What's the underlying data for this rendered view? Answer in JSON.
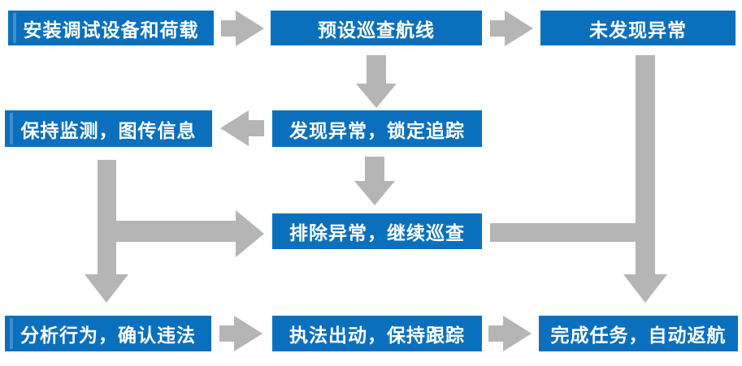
{
  "colors": {
    "node_blue": "#0a70bd",
    "arrow_gray": "#b5b5b5",
    "node_text": "#ffffff",
    "background": "#ffffff"
  },
  "flowchart": {
    "nodes": [
      {
        "id": "install-debug",
        "label": "安装调试设备和荷载"
      },
      {
        "id": "preset-route",
        "label": "预设巡查航线"
      },
      {
        "id": "no-anomaly",
        "label": "未发现异常"
      },
      {
        "id": "keep-monitoring",
        "label": "保持监测，图传信息"
      },
      {
        "id": "anomaly-found",
        "label": "发现异常，锁定追踪"
      },
      {
        "id": "anomaly-cleared",
        "label": "排除异常，继续巡查"
      },
      {
        "id": "analyze-behavior",
        "label": "分析行为，确认违法"
      },
      {
        "id": "enforcement",
        "label": "执法出动，保持跟踪"
      },
      {
        "id": "mission-complete",
        "label": "完成任务，自动返航"
      }
    ],
    "edges": [
      {
        "from": "install-debug",
        "to": "preset-route",
        "direction": "right"
      },
      {
        "from": "preset-route",
        "to": "no-anomaly",
        "direction": "right"
      },
      {
        "from": "preset-route",
        "to": "anomaly-found",
        "direction": "down"
      },
      {
        "from": "anomaly-found",
        "to": "keep-monitoring",
        "direction": "left"
      },
      {
        "from": "anomaly-found",
        "to": "anomaly-cleared",
        "direction": "down"
      },
      {
        "from": "keep-monitoring",
        "to": "anomaly-cleared",
        "direction": "down-right"
      },
      {
        "from": "keep-monitoring",
        "to": "analyze-behavior",
        "direction": "down"
      },
      {
        "from": "no-anomaly",
        "to": "mission-complete",
        "direction": "down"
      },
      {
        "from": "anomaly-cleared",
        "to": "mission-complete",
        "direction": "right-down"
      },
      {
        "from": "analyze-behavior",
        "to": "enforcement",
        "direction": "right"
      },
      {
        "from": "enforcement",
        "to": "mission-complete",
        "direction": "right"
      }
    ]
  }
}
